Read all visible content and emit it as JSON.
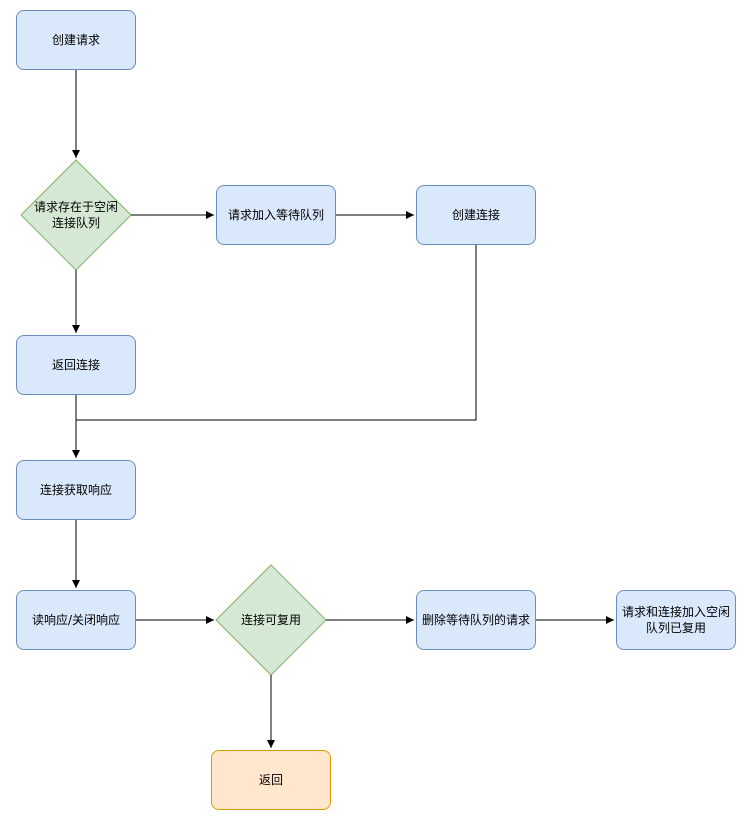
{
  "nodes": {
    "create_request": "创建请求",
    "request_in_idle_queue": "请求存在于空闲\n连接队列",
    "add_to_wait_queue": "请求加入等待队列",
    "create_connection": "创建连接",
    "return_connection": "返回连接",
    "connection_get_response": "连接获取响应",
    "read_close_response": "读响应/关闭响应",
    "connection_reusable": "连接可复用",
    "delete_waiting_request": "删除等待队列的请求",
    "add_to_idle_queue_reused": "请求和连接加入空闲\n队列已复用",
    "return": "返回"
  },
  "colors": {
    "process_fill": "#dae8fc",
    "process_stroke": "#6c8ebf",
    "decision_fill": "#d5e8d4",
    "decision_stroke": "#82b366",
    "terminal_fill": "#ffe6cc",
    "terminal_stroke": "#d79b00"
  }
}
